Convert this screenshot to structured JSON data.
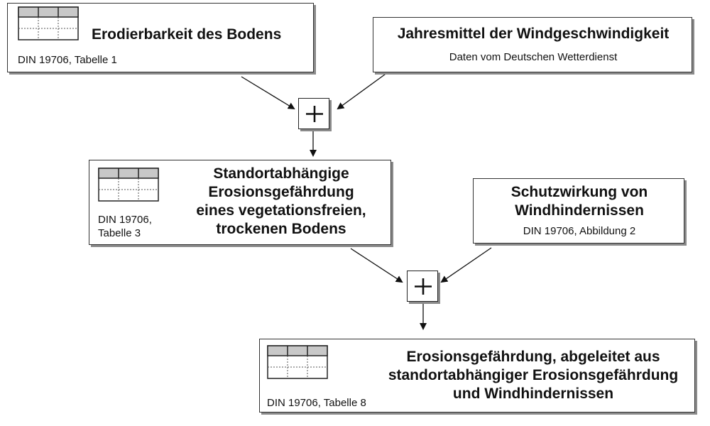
{
  "boxes": {
    "erodierbarkeit": {
      "title": "Erodierbarkeit des Bodens",
      "source": "DIN 19706, Tabelle 1"
    },
    "windgeschwindigkeit": {
      "title": "Jahresmittel der Windgeschwindigkeit",
      "source": "Daten vom Deutschen Wetterdienst"
    },
    "standort": {
      "title": [
        "Standortabhängige",
        "Erosionsgefährdung",
        "eines vegetationsfreien,",
        "trockenen Bodens"
      ],
      "source": [
        "DIN 19706,",
        "Tabelle 3"
      ]
    },
    "schutzwirkung": {
      "title": [
        "Schutzwirkung von",
        "Windhindernissen"
      ],
      "source": "DIN 19706, Abbildung 2"
    },
    "ergebnis": {
      "title": [
        "Erosionsgefährdung, abgeleitet aus",
        "standortabhängiger Erosionsgefährdung",
        "und Windhindernissen"
      ],
      "source": "DIN 19706, Tabelle 8"
    }
  },
  "icons": {
    "table": "table-icon",
    "plus": "plus-icon",
    "arrow": "arrow-icon"
  },
  "colors": {
    "table_header": "#c8c8c8",
    "border": "#333333",
    "shadow": "#8a8a8a"
  }
}
